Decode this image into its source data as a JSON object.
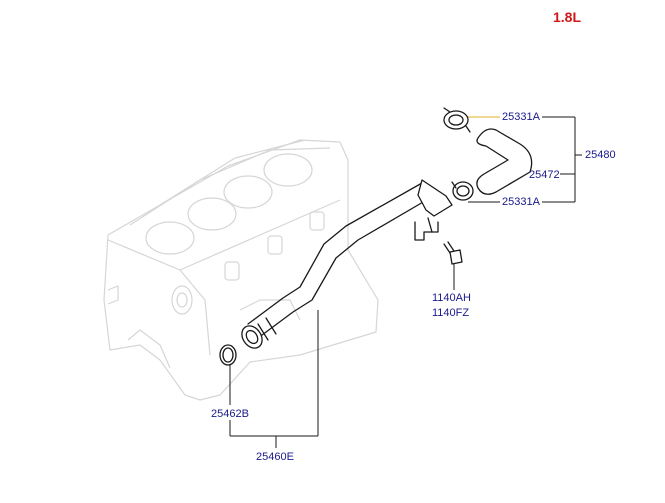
{
  "engine_variant": "1.8L",
  "parts": {
    "clamp_upper": "25331A",
    "hose_assembly": "25480",
    "hose": "25472",
    "clamp_lower": "25331A",
    "bolt_1": "1140AH",
    "bolt_2": "1140FZ",
    "o_ring": "25462B",
    "pipe_assembly": "25460E"
  },
  "colors": {
    "label_text": "#1a1a8c",
    "variant_text": "#d01818",
    "leader_highlight": "#e3b020",
    "ghost_outline": "#d6d6d6"
  }
}
